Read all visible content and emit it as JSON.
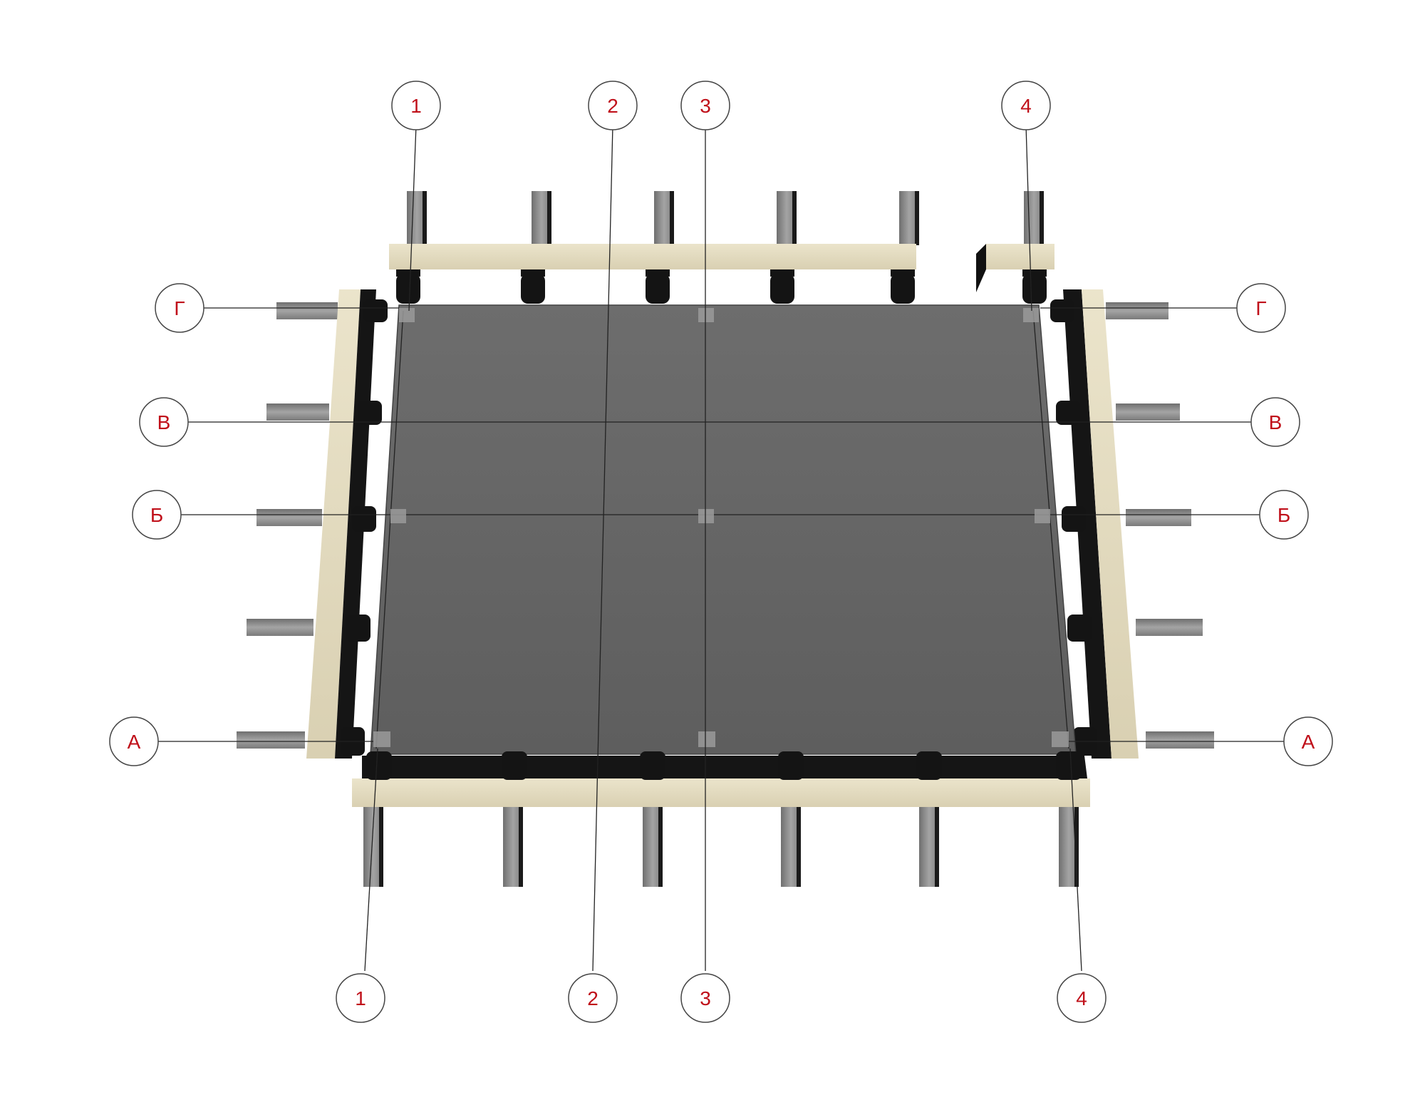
{
  "axes": {
    "columns": [
      {
        "id": "col-1",
        "label": "1"
      },
      {
        "id": "col-2",
        "label": "2"
      },
      {
        "id": "col-3",
        "label": "3"
      },
      {
        "id": "col-4",
        "label": "4"
      }
    ],
    "rows": [
      {
        "id": "row-g",
        "label": "Г"
      },
      {
        "id": "row-v",
        "label": "В"
      },
      {
        "id": "row-b",
        "label": "Б"
      },
      {
        "id": "row-a",
        "label": "А"
      }
    ]
  },
  "colors": {
    "label_text": "#c0101a",
    "bubble_stroke": "#444444",
    "slab": "#6a6a6a",
    "grade_beam": "#e4dcc0",
    "footing": "#141414",
    "pile": "#8c8c8c",
    "grid_line": "#222222"
  }
}
